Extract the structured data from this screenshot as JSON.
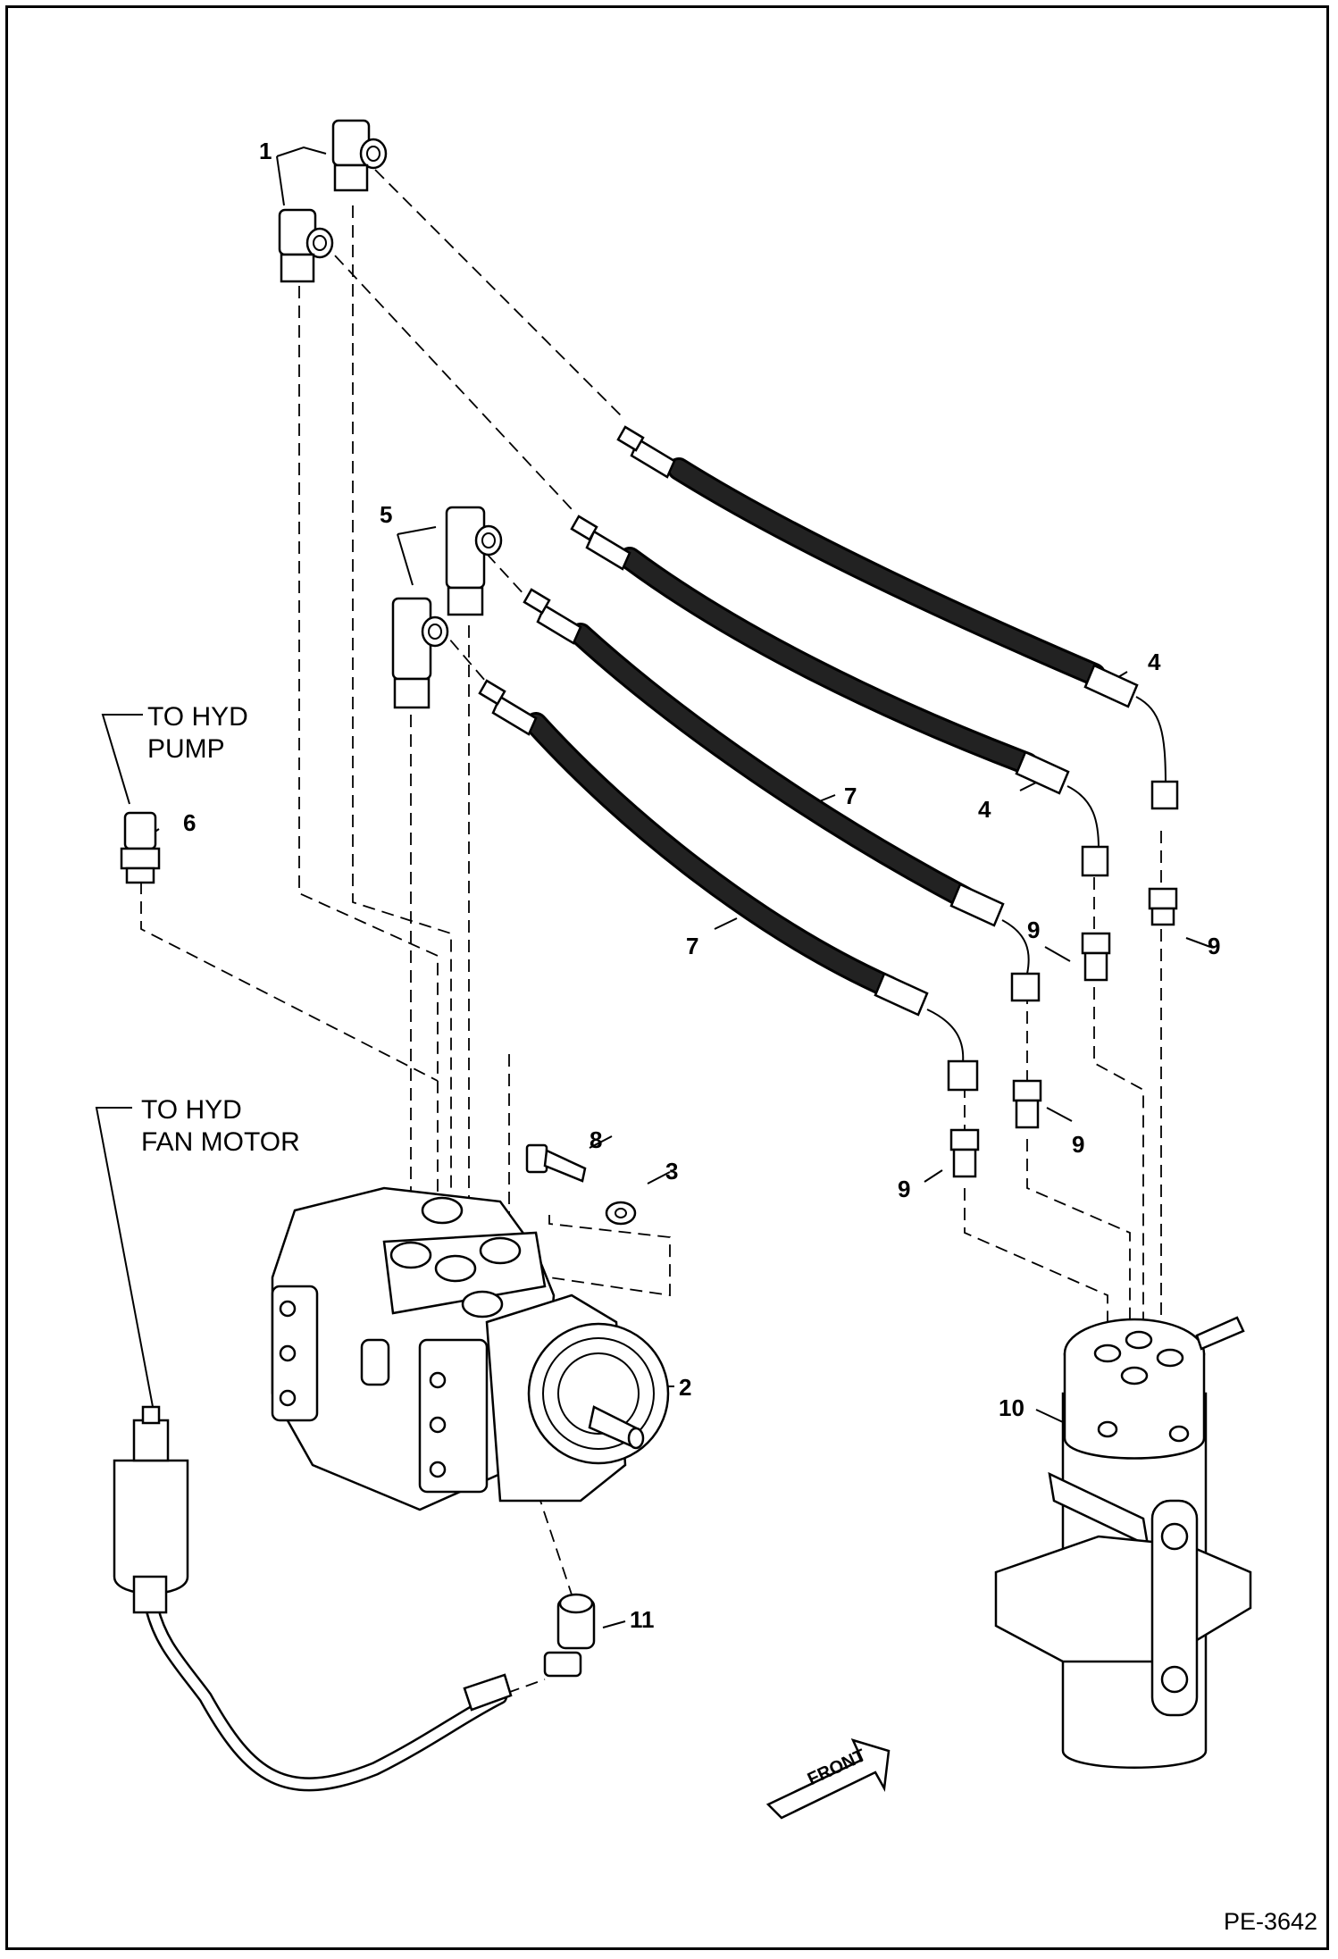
{
  "callouts": {
    "c1": "1",
    "c2": "2",
    "c3": "3",
    "c4a": "4",
    "c4b": "4",
    "c5": "5",
    "c6": "6",
    "c7a": "7",
    "c7b": "7",
    "c8": "8",
    "c9a": "9",
    "c9b": "9",
    "c9c": "9",
    "c9d": "9",
    "c10": "10",
    "c11": "11"
  },
  "notes": {
    "pump_line1": "TO HYD",
    "pump_line2": "PUMP",
    "fan_line1": "TO HYD",
    "fan_line2": "FAN MOTOR",
    "front": "FRONT"
  },
  "figure_code": "PE-3642"
}
